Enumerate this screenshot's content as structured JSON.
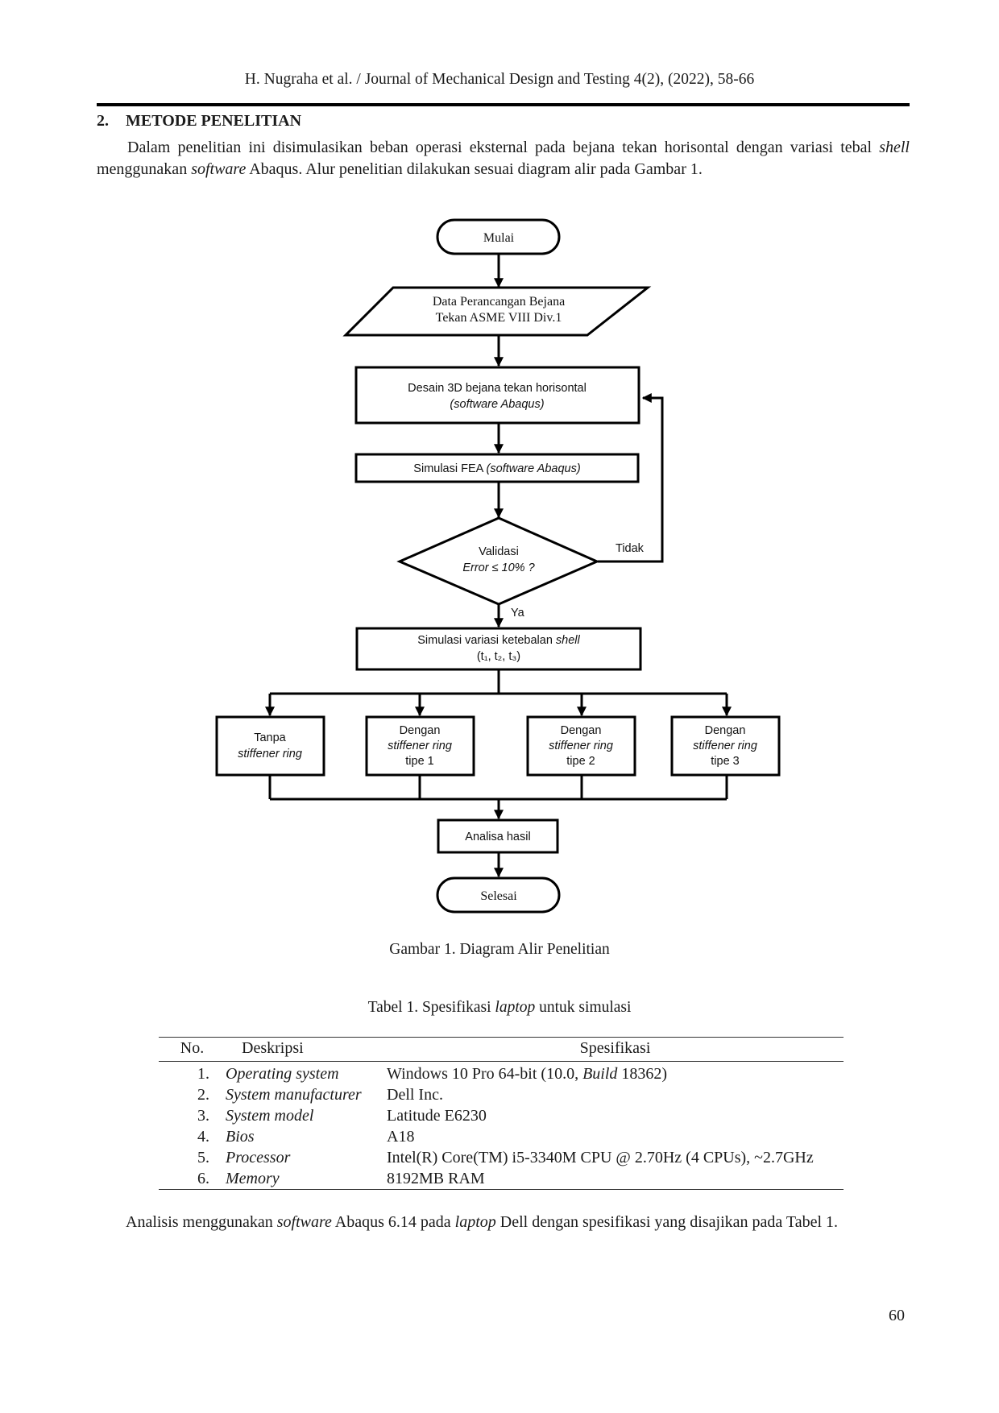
{
  "header": {
    "running": "H. Nugraha et al. / Journal of Mechanical Design and Testing 4(2), (2022), 58-66"
  },
  "section": {
    "number": "2.",
    "title": "METODE PENELITIAN"
  },
  "intro": {
    "t1": "Dalam penelitian ini disimulasikan beban operasi eksternal pada bejana tekan horisontal dengan variasi tebal ",
    "t2": "shell",
    "t3": " menggunakan ",
    "t4": "software",
    "t5": " Abaqus. Alur penelitian dilakukan sesuai diagram alir pada Gambar 1."
  },
  "flowchart": {
    "start": "Mulai",
    "input_line1": "Data Perancangan  Bejana",
    "input_line2": "Tekan ASME VIII Div.1",
    "design_line1": "Desain 3D bejana tekan horisontal",
    "design_line2": "(software Abaqus)",
    "fea_a": "Simulasi FEA ",
    "fea_b": "(software Abaqus)",
    "decision_line1": "Validasi",
    "decision_line2": "Error ≤ 10% ?",
    "no_label": "Tidak",
    "yes_label": "Ya",
    "variation_a": "Simulasi variasi ketebalan ",
    "variation_b": "shell",
    "variation_line2": "(t₁, t₂, t₃)",
    "b1_line1": "Tanpa",
    "b1_line2": "stiffener ring",
    "b2_line1": "Dengan",
    "b2_line2": "stiffener ring",
    "b2_line3": "tipe 1",
    "b3_line1": "Dengan",
    "b3_line2": "stiffener ring",
    "b3_line3": "tipe 2",
    "b4_line1": "Dengan",
    "b4_line2": "stiffener ring",
    "b4_line3": "tipe 3",
    "analysis": "Analisa hasil",
    "end": "Selesai"
  },
  "figure_caption": "Gambar 1. Diagram Alir Penelitian",
  "table_caption": {
    "a": "Tabel 1. Spesifikasi ",
    "b": "laptop",
    "c": " untuk simulasi"
  },
  "table": {
    "headers": {
      "no": "No.",
      "desc": "Deskripsi",
      "spec": "Spesifikasi"
    },
    "rows": [
      {
        "no": "1.",
        "desc": "Operating system",
        "spec_a": "Windows 10 Pro 64-bit (10.0, ",
        "spec_b": "Build",
        "spec_c": " 18362)"
      },
      {
        "no": "2.",
        "desc": "System manufacturer",
        "spec": "Dell Inc."
      },
      {
        "no": "3.",
        "desc": "System model",
        "spec": "Latitude E6230"
      },
      {
        "no": "4.",
        "desc": "Bios",
        "spec": "A18"
      },
      {
        "no": "5.",
        "desc": "Processor",
        "spec": "Intel(R) Core(TM) i5-3340M CPU @ 2.70Hz (4 CPUs), ~2.7GHz"
      },
      {
        "no": "6.",
        "desc": "Memory",
        "spec": "8192MB RAM"
      }
    ]
  },
  "closing": {
    "a": "Analisis menggunakan ",
    "b": "software",
    "c": " Abaqus 6.14 pada ",
    "d": "laptop",
    "e": " Dell dengan spesifikasi yang disajikan pada Tabel 1."
  },
  "page_number": "60"
}
